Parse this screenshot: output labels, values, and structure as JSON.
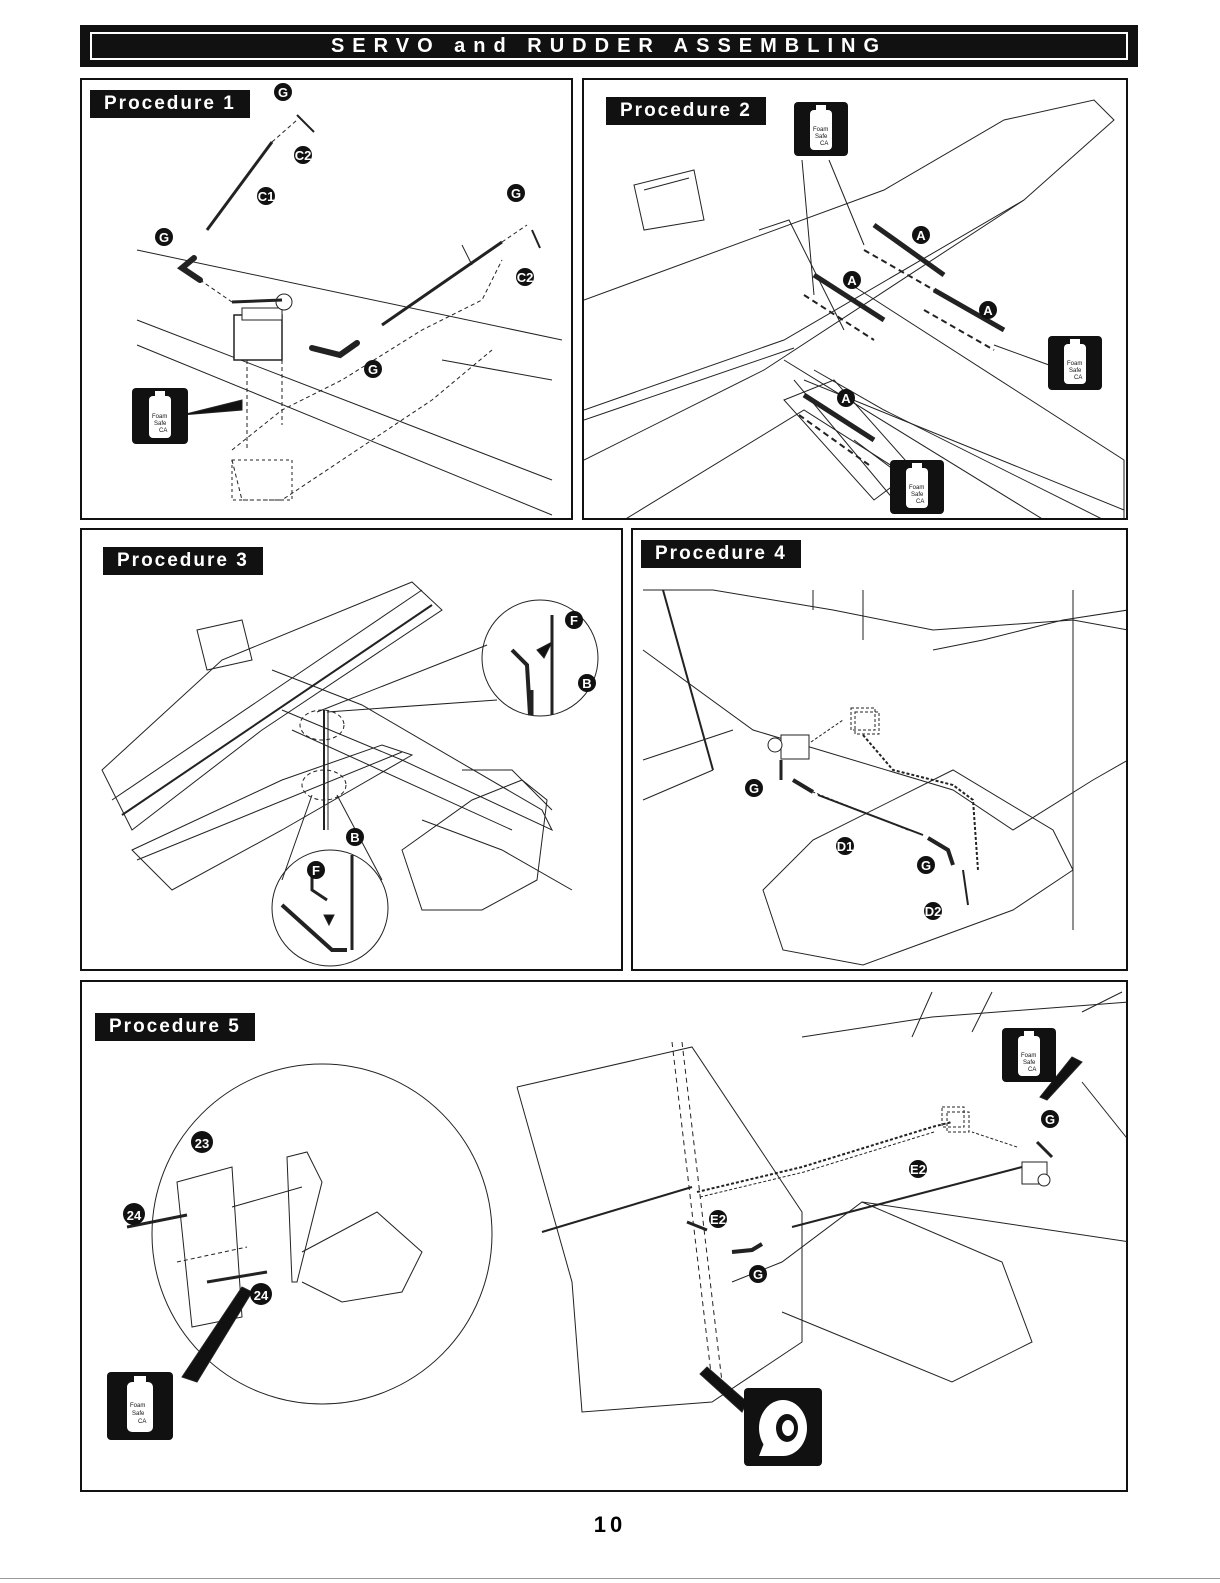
{
  "header": {
    "title": "SERVO and RUDDER ASSEMBLING"
  },
  "procedures": [
    {
      "label": "Procedure 1"
    },
    {
      "label": "Procedure 2"
    },
    {
      "label": "Procedure 3"
    },
    {
      "label": "Procedure 4"
    },
    {
      "label": "Procedure 5"
    }
  ],
  "parts": {
    "g": "G",
    "c1": "C1",
    "c2": "C2",
    "a": "A",
    "b": "B",
    "f": "F",
    "d1": "D1",
    "d2": "D2",
    "e2": "E2",
    "n23": "23",
    "n24": "24"
  },
  "glue": {
    "line1": "Foam",
    "line2": "Safe",
    "line3": "CA"
  },
  "page_number": "10",
  "icons": [
    "foam-safe-ca-bottle-icon",
    "tape-roll-icon"
  ]
}
